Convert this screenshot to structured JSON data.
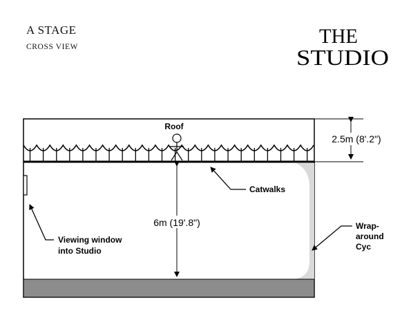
{
  "header": {
    "title": "A STAGE",
    "subtitle": "CROSS VIEW",
    "logo": {
      "line1": "THE",
      "line2": "STUDIO"
    }
  },
  "diagram": {
    "roof_label": "Roof",
    "roof_height": "2.5m (8'.2\")",
    "stage_height": "6m (19'.8\")",
    "catwalks_label": "Catwalks",
    "viewing_window_line1": "Viewing window",
    "viewing_window_line2": "into Studio",
    "cyc_line1": "Wrap-",
    "cyc_line2": "around",
    "cyc_line3": "Cyc",
    "colors": {
      "outline": "#000000",
      "cyc": "#d9d9d9",
      "floor": "#8c8c8c",
      "background": "#ffffff"
    }
  }
}
